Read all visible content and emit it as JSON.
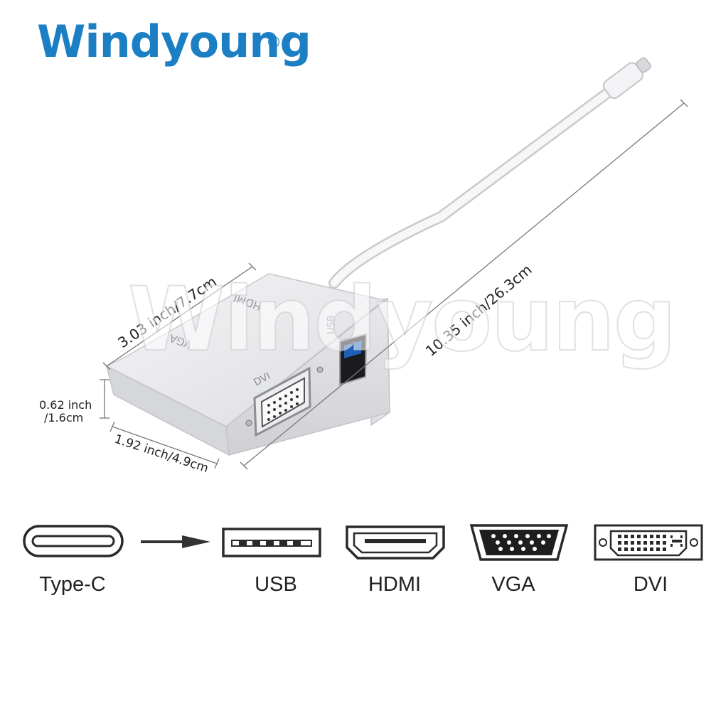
{
  "brand": {
    "name": "Windyoung",
    "registered": "®",
    "color": "#1d7fc3"
  },
  "watermark": "Windyoung",
  "device": {
    "port_labels": {
      "hdmi": "HDMI",
      "vga": "VGA",
      "usb": "USB",
      "dvi": "DVI"
    }
  },
  "dimensions": {
    "length": "3.03 inch/7.7cm",
    "cable": "10.35 inch/26.3cm",
    "height_line1": "0.62 inch",
    "height_line2": "/1.6cm",
    "width": "1.92 inch/4.9cm"
  },
  "connectors": [
    {
      "label": "Type-C",
      "icon": "usb-c-icon"
    },
    {
      "label": "USB",
      "icon": "usb-a-icon"
    },
    {
      "label": "HDMI",
      "icon": "hdmi-icon"
    },
    {
      "label": "VGA",
      "icon": "vga-icon"
    },
    {
      "label": "DVI",
      "icon": "dvi-icon"
    }
  ]
}
